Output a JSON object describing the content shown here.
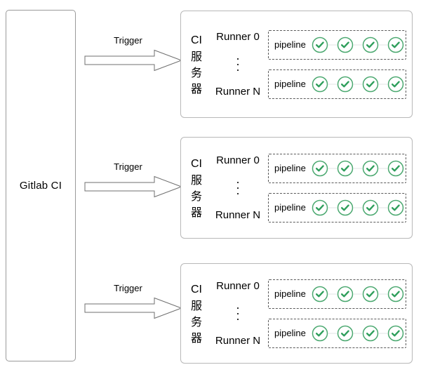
{
  "diagram": {
    "title": "Gitlab CI trigger to CI servers with runners and pipelines",
    "colors": {
      "box_border": "#9a9a9a",
      "panel_border": "#b8b8b8",
      "dashed_border": "#5a5a5a",
      "success_green": "#2e9e5b",
      "connector_gray": "#e2e6e6",
      "background": "#ffffff"
    }
  },
  "source": {
    "label": "Gitlab CI"
  },
  "triggers": [
    {
      "label": "Trigger",
      "icon": "block-arrow-right-icon"
    },
    {
      "label": "Trigger",
      "icon": "block-arrow-right-icon"
    },
    {
      "label": "Trigger",
      "icon": "block-arrow-right-icon"
    }
  ],
  "ci_servers": [
    {
      "label_chars": [
        "CI",
        "服",
        "务",
        "器"
      ],
      "runners": [
        {
          "name": "Runner 0",
          "pipeline": {
            "label": "pipeline",
            "stages": [
              "success",
              "success",
              "success",
              "success"
            ],
            "stage_icon": "check-circle-icon"
          }
        },
        {
          "name": "Runner N",
          "pipeline": {
            "label": "pipeline",
            "stages": [
              "success",
              "success",
              "success",
              "success"
            ],
            "stage_icon": "check-circle-icon"
          }
        }
      ],
      "ellipsis": "vertical-ellipsis-icon"
    },
    {
      "label_chars": [
        "CI",
        "服",
        "务",
        "器"
      ],
      "runners": [
        {
          "name": "Runner 0",
          "pipeline": {
            "label": "pipeline",
            "stages": [
              "success",
              "success",
              "success",
              "success"
            ],
            "stage_icon": "check-circle-icon"
          }
        },
        {
          "name": "Runner N",
          "pipeline": {
            "label": "pipeline",
            "stages": [
              "success",
              "success",
              "success",
              "success"
            ],
            "stage_icon": "check-circle-icon"
          }
        }
      ],
      "ellipsis": "vertical-ellipsis-icon"
    },
    {
      "label_chars": [
        "CI",
        "服",
        "务",
        "器"
      ],
      "runners": [
        {
          "name": "Runner 0",
          "pipeline": {
            "label": "pipeline",
            "stages": [
              "success",
              "success",
              "success",
              "success"
            ],
            "stage_icon": "check-circle-icon"
          }
        },
        {
          "name": "Runner N",
          "pipeline": {
            "label": "pipeline",
            "stages": [
              "success",
              "success",
              "success",
              "success"
            ],
            "stage_icon": "check-circle-icon"
          }
        }
      ],
      "ellipsis": "vertical-ellipsis-icon"
    }
  ]
}
